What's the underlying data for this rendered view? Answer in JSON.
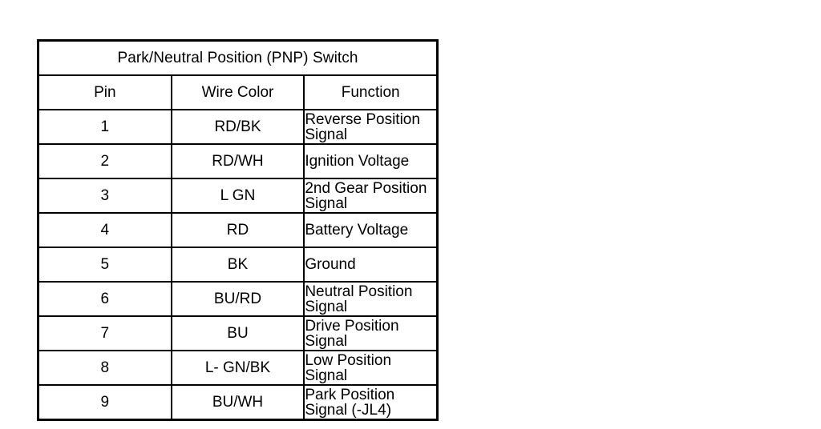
{
  "table": {
    "title": "Park/Neutral Position (PNP) Switch",
    "columns": [
      "Pin",
      "Wire Color",
      "Function"
    ],
    "rows": [
      {
        "pin": "1",
        "wire_color": "RD/BK",
        "function": "Reverse Position Signal"
      },
      {
        "pin": "2",
        "wire_color": "RD/WH",
        "function": "Ignition Voltage"
      },
      {
        "pin": "3",
        "wire_color": "L GN",
        "function": "2nd Gear Position Signal"
      },
      {
        "pin": "4",
        "wire_color": "RD",
        "function": "Battery Voltage"
      },
      {
        "pin": "5",
        "wire_color": "BK",
        "function": "Ground"
      },
      {
        "pin": "6",
        "wire_color": "BU/RD",
        "function": "Neutral Position Signal"
      },
      {
        "pin": "7",
        "wire_color": "BU",
        "function": "Drive Position Signal"
      },
      {
        "pin": "8",
        "wire_color": "L- GN/BK",
        "function": "Low Position Signal"
      },
      {
        "pin": "9",
        "wire_color": "BU/WH",
        "function": "Park Position Signal (-JL4)"
      }
    ]
  },
  "colors": {
    "page_background": "#ffffff",
    "cell_background": "#ffffff",
    "border": "#000000",
    "text": "#000000"
  }
}
